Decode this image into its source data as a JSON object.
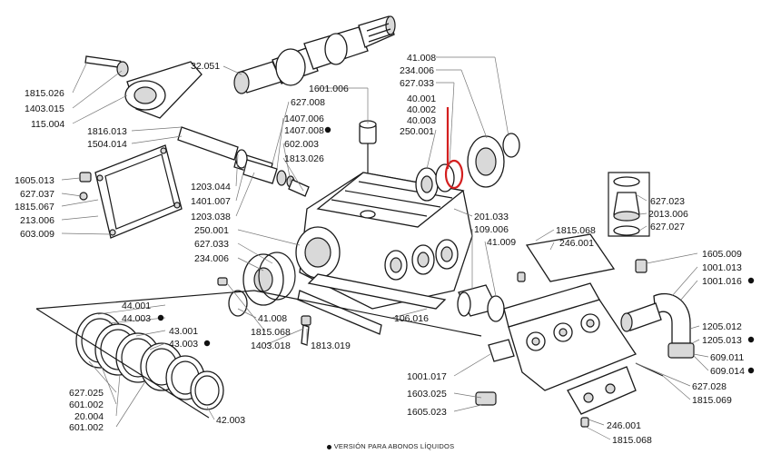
{
  "diagram": {
    "footnote": "VERSIÓN PARA ABONOS LÍQUIDOS",
    "accent_color": "#d41f1f",
    "labels": {
      "32051": "32.051",
      "1815026": "1815.026",
      "1403015": "1403.015",
      "115004": "115.004",
      "1816013": "1816.013",
      "1504014": "1504.014",
      "1605013": "1605.013",
      "627037": "627.037",
      "1815067": "1815.067",
      "213006": "213.006",
      "603009": "603.009",
      "1601006": "1601.006",
      "627008": "627.008",
      "1407006": "1407.006",
      "1407008": "1407.008",
      "602003": "602.003",
      "1813026": "1813.026",
      "1203044": "1203.044",
      "1401007": "1401.007",
      "1203038": "1203.038",
      "250001a": "250.001",
      "627033a": "627.033",
      "234006a": "234.006",
      "41008a": "41.008",
      "234006b": "234.006",
      "627033b": "627.033",
      "40001": "40.001",
      "40002": "40.002",
      "40003": "40.003",
      "250001b": "250.001",
      "201033": "201.033",
      "109006": "109.006",
      "41009": "41.009",
      "1815068a": "1815.068",
      "246001a": "246.001",
      "627023": "627.023",
      "2013006": "2013.006",
      "627027": "627.027",
      "1605009": "1605.009",
      "1001013": "1001.013",
      "1001016": "1001.016",
      "1205012": "1205.012",
      "1205013": "1205.013",
      "609011": "609.011",
      "609014": "609.014",
      "627028": "627.028",
      "1815069": "1815.069",
      "246001b": "246.001",
      "1815068b": "1815.068",
      "1001017": "1001.017",
      "1603025": "1603.025",
      "1605023": "1605.023",
      "106016": "106.016",
      "44001": "44.001",
      "44003": "44.003",
      "43001": "43.001",
      "43003": "43.003",
      "41008b": "41.008",
      "1815068c": "1815.068",
      "1403018": "1403.018",
      "1813019": "1813.019",
      "627025": "627.025",
      "601002a": "601.002",
      "20004": "20.004",
      "601002b": "601.002",
      "42003": "42.003"
    }
  }
}
